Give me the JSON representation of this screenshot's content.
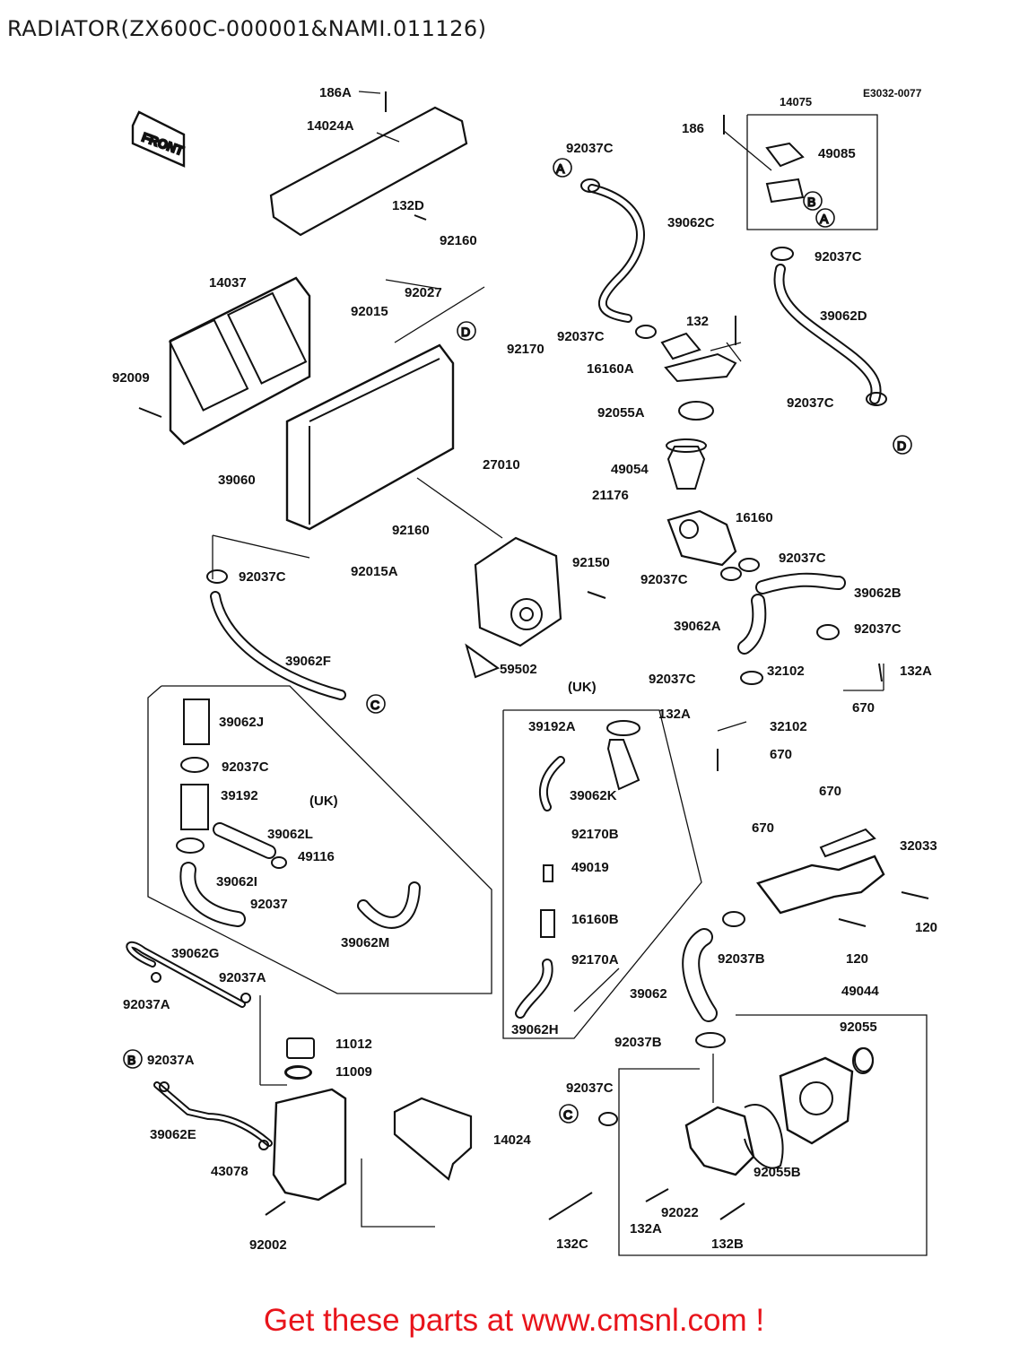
{
  "title": "RADIATOR(ZX600C-000001&NAMI.011126)",
  "diagram_code": "E3032-0077",
  "front_label": "FRONT",
  "footer": "Get these parts at www.cmsnl.com !",
  "part_labels": [
    "186A",
    "14024A",
    "14075",
    "186",
    "49085",
    "92037C",
    "39062C",
    "92037C",
    "132D",
    "92160",
    "92027",
    "14037",
    "92015",
    "92170",
    "92009",
    "39060",
    "27010",
    "132",
    "92037C",
    "16160A",
    "39062D",
    "92037C",
    "92055A",
    "49054",
    "21176",
    "16160",
    "92160",
    "92150",
    "92037C",
    "92015A",
    "92037C",
    "92037C",
    "39062B",
    "39062A",
    "92037C",
    "39062F",
    "59502",
    "92037C",
    "32102",
    "132A",
    "132A",
    "32102",
    "670",
    "670",
    "39062J",
    "92037C",
    "39192",
    "(UK)",
    "39062L",
    "49116",
    "39062I",
    "92037",
    "39062M",
    "(UK)",
    "39192A",
    "39062K",
    "92170B",
    "49019",
    "16160B",
    "92170A",
    "39062H",
    "670",
    "670",
    "32033",
    "120",
    "120",
    "92037B",
    "39062",
    "49044",
    "92055",
    "39062G",
    "92037A",
    "92037A",
    "11012",
    "11009",
    "92037A",
    "39062E",
    "14024",
    "43078",
    "92002",
    "92037B",
    "92037C",
    "92055B",
    "92022",
    "132A",
    "132C",
    "132B"
  ],
  "circle_markers": [
    "A",
    "A",
    "B",
    "D",
    "D",
    "C",
    "C",
    "B"
  ]
}
